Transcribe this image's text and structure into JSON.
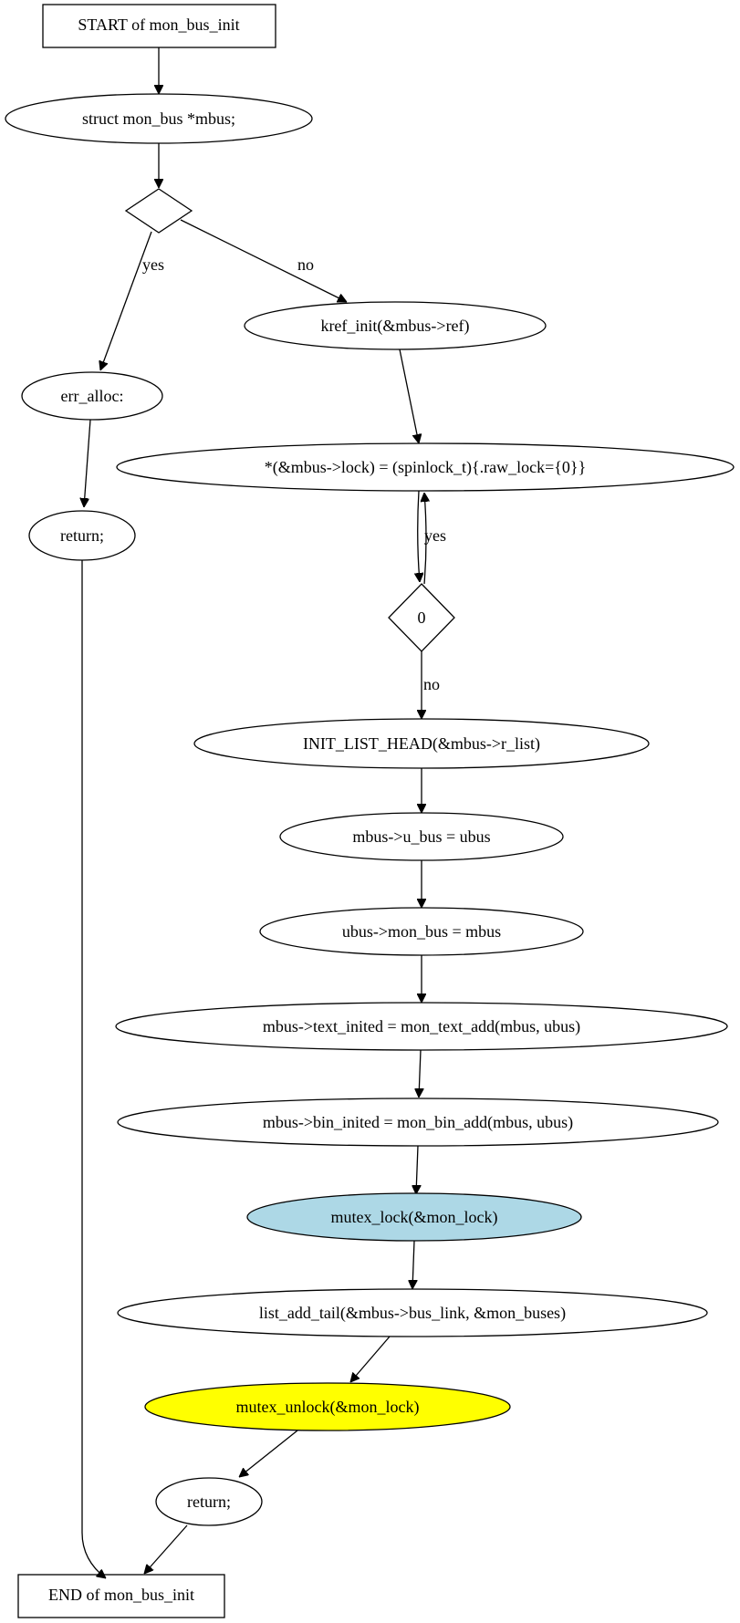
{
  "diagram": {
    "nodes": {
      "start": "START of mon_bus_init",
      "decl": "struct mon_bus *mbus;",
      "cond1": "",
      "kref": "kref_init(&mbus->ref)",
      "err_alloc": "err_alloc:",
      "return1": "return;",
      "spinlock": "*(&mbus->lock) = (spinlock_t){.raw_lock={0}}",
      "cond0": "0",
      "init_list": "INIT_LIST_HEAD(&mbus->r_list)",
      "u_bus": "mbus->u_bus = ubus",
      "mon_bus": "ubus->mon_bus = mbus",
      "text_inited": "mbus->text_inited = mon_text_add(mbus, ubus)",
      "bin_inited": "mbus->bin_inited = mon_bin_add(mbus, ubus)",
      "mutex_lock": "mutex_lock(&mon_lock)",
      "list_add": "list_add_tail(&mbus->bus_link, &mon_buses)",
      "mutex_unlock": "mutex_unlock(&mon_lock)",
      "return2": "return;",
      "end": "END of mon_bus_init"
    },
    "edge_labels": {
      "cond1_yes": "yes",
      "cond1_no": "no",
      "cond0_yes": "yes",
      "cond0_no": "no"
    },
    "colors": {
      "mutex_lock_fill": "#add8e6",
      "mutex_unlock_fill": "#ffff00"
    }
  }
}
